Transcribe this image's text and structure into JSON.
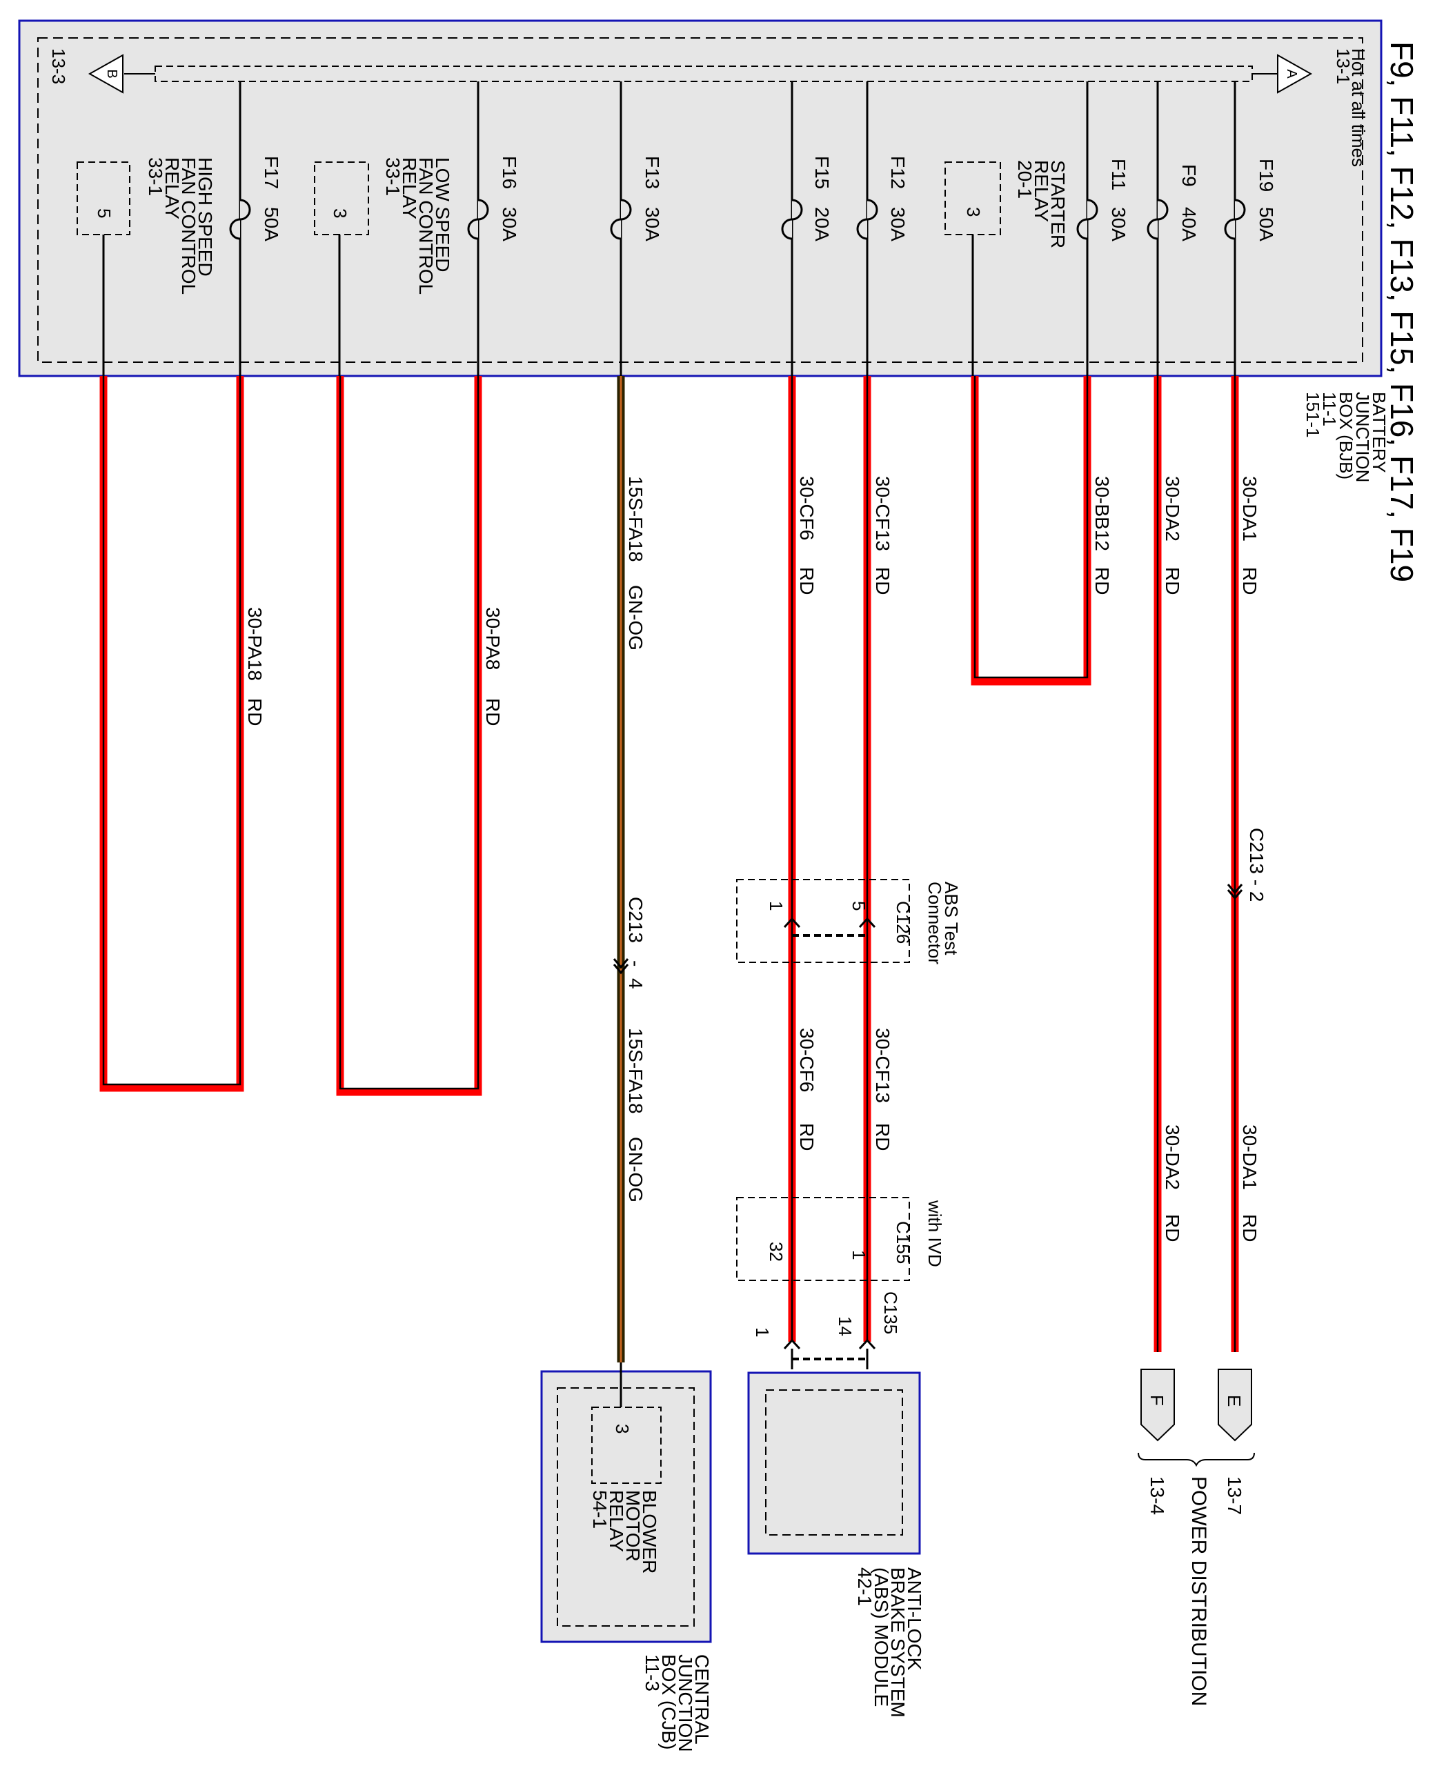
{
  "title": "F9, F11, F12, F13, F15, F16, F17, F19",
  "colors": {
    "wire_red": "#ff0000",
    "wire_green_orange": "#2a2200",
    "wire_orange_stripe": "#c8641e",
    "module_fill": "#e6e6e6",
    "module_border": "#1414b4",
    "line": "#000000"
  },
  "bjb": {
    "lines": [
      "BATTERY",
      "JUNCTION",
      "BOX (BJB)",
      "11-1",
      "151-1"
    ],
    "hot_at_all_times": "Hot at all times",
    "ref_a": "13-1",
    "ref_b": "13-3",
    "connector_a": "A",
    "connector_b": "B"
  },
  "fuses": [
    {
      "id": "F19",
      "rating": "50A",
      "circuit": "30-DA1",
      "color": "RD"
    },
    {
      "id": "F9",
      "rating": "40A",
      "circuit": "30-DA2",
      "color": "RD"
    },
    {
      "id": "F11",
      "rating": "30A",
      "circuit": "30-BB12",
      "color": "RD"
    },
    {
      "id": "F12",
      "rating": "30A",
      "circuit": "30-CF13",
      "color": "RD"
    },
    {
      "id": "F15",
      "rating": "20A",
      "circuit": "30-CF6",
      "color": "RD"
    },
    {
      "id": "F13",
      "rating": "30A",
      "circuit": "15S-FA18",
      "color": "GN-OG"
    },
    {
      "id": "F16",
      "rating": "30A",
      "circuit": "30-PA8",
      "color": "RD"
    },
    {
      "id": "F17",
      "rating": "50A",
      "circuit": "30-PA18",
      "color": "RD"
    }
  ],
  "relays": [
    {
      "name": "STARTER RELAY",
      "lines": [
        "STARTER",
        "RELAY",
        "20-1"
      ],
      "pin": "3"
    },
    {
      "name": "LOW SPEED FAN CONTROL RELAY",
      "lines": [
        "LOW SPEED",
        "FAN CONTROL",
        "RELAY",
        "33-1"
      ],
      "pin": "3"
    },
    {
      "name": "HIGH SPEED FAN CONTROL RELAY",
      "lines": [
        "HIGH SPEED",
        "FAN CONTROL",
        "RELAY",
        "33-1"
      ],
      "pin": "5"
    }
  ],
  "connectors": {
    "c213_2": "C213 - 2",
    "c213_4_name": "C213",
    "c213_4_sep": "-",
    "c213_4_pin": "4",
    "c126_title": [
      "ABS Test",
      "Connector"
    ],
    "c126_name": "C126",
    "c126_pin_cf13": "5",
    "c126_pin_cf6": "1",
    "c155_title": "with IVD",
    "c155_name": "C155",
    "c155_pin_cf13": "1",
    "c155_pin_cf6": "32",
    "c135_name": "C135",
    "c135_pin_cf13": "14",
    "c135_pin_cf6": "1"
  },
  "power_distribution": {
    "label": "POWER DISTRIBUTION",
    "conn_e": "E",
    "conn_f": "F",
    "ref_e": "13-7",
    "ref_f": "13-4"
  },
  "abs_module": {
    "lines": [
      "ANTI-LOCK",
      "BRAKE SYSTEM",
      "(ABS) MODULE",
      "42-1"
    ]
  },
  "blower_relay": {
    "lines": [
      "BLOWER",
      "MOTOR",
      "RELAY",
      "54-1"
    ],
    "pin": "3"
  },
  "cjb": {
    "lines": [
      "CENTRAL",
      "JUNCTION",
      "BOX (CJB)",
      "11-3"
    ]
  }
}
